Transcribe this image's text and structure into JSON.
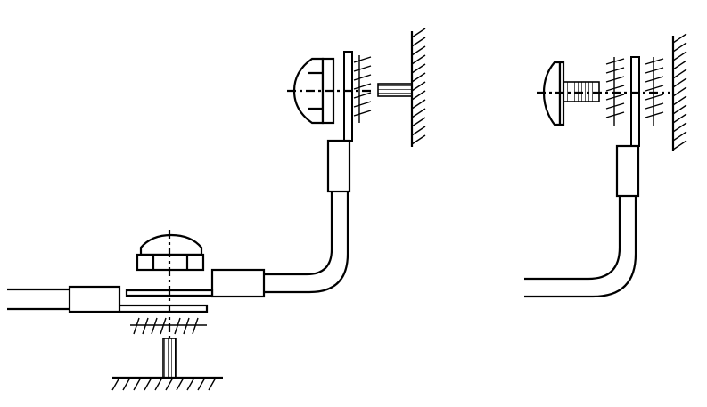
{
  "figure": {
    "colors": {
      "stroke": "#000000",
      "background": "#ffffff"
    },
    "panels": [
      {
        "id": "left",
        "components": [
          "round-head-bolt",
          "flat-washer",
          "cable-lug",
          "insulated-cable",
          "busbar-strip",
          "threaded-stud",
          "hatched-surface"
        ]
      },
      {
        "id": "right",
        "components": [
          "round-head-bolt",
          "cable-lug",
          "insulated-cable",
          "busbar-strip",
          "hatched-wall"
        ]
      }
    ]
  }
}
